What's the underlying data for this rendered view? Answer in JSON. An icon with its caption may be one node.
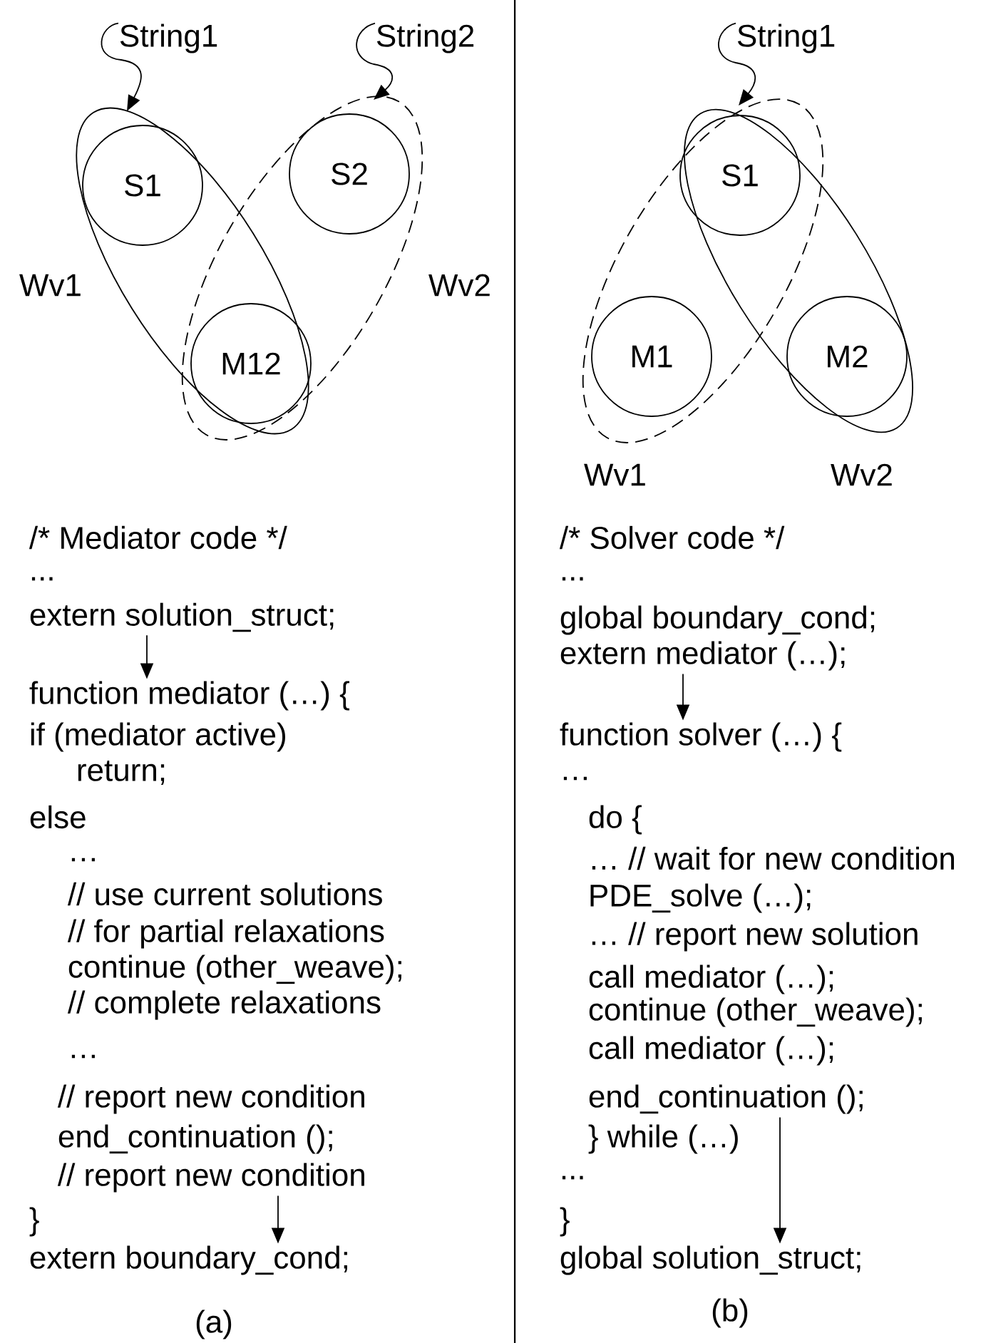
{
  "diagram": {
    "nodes": [
      {
        "text": [
          "String1"
        ]
      },
      {
        "text": [
          "String2"
        ]
      },
      {
        "text": [],
        "shape": "ellipse",
        "beside": [
          "Wv1"
        ]
      },
      {
        "text": [
          "S1"
        ],
        "in": 2
      },
      {
        "text": [],
        "shape": "ellipse",
        "beside": [
          "Wv2"
        ]
      },
      {
        "text": [
          "S2"
        ],
        "in": 4
      },
      {
        "text": [
          "M12"
        ]
      },
      {
        "text": [
          "String1"
        ]
      },
      {
        "text": [],
        "shape": "ellipse",
        "beside": [
          "Wv1"
        ]
      },
      {
        "text": [],
        "shape": "ellipse",
        "beside": [
          "Wv2"
        ]
      },
      {
        "text": [
          "S1"
        ]
      },
      {
        "text": [
          "M1"
        ],
        "in": 8
      },
      {
        "text": [
          "M2"
        ],
        "in": 9
      },
      {
        "text": [
          "extern solution_struct;"
        ]
      },
      {
        "text": [
          "function mediator (…) {"
        ]
      },
      {
        "text": [
          "// report new condition"
        ]
      },
      {
        "text": [
          "extern boundary_cond;"
        ]
      },
      {
        "text": [
          "extern mediator (…);"
        ]
      },
      {
        "text": [
          "function solver (…) {"
        ]
      },
      {
        "text": [
          "end_continuation ();"
        ]
      },
      {
        "text": [
          "global solution_struct;"
        ]
      }
    ],
    "edges": [
      {
        "from": 0,
        "to": 2,
        "arrow": "to"
      },
      {
        "from": 1,
        "to": 4,
        "arrow": "to"
      },
      {
        "from": 7,
        "to": 9,
        "arrow": "to"
      },
      {
        "from": 13,
        "to": 14,
        "arrow": "to"
      },
      {
        "from": 15,
        "to": 16,
        "arrow": "to"
      },
      {
        "from": 17,
        "to": 18,
        "arrow": "to"
      },
      {
        "from": 19,
        "to": 20,
        "arrow": "to"
      }
    ],
    "labels": [
      "/* Mediator code */",
      "...",
      "if (mediator active)",
      "return;",
      "else",
      "…",
      "// use current solutions",
      "// for partial relaxations",
      "continue (other_weave);",
      "// complete relaxations",
      "…",
      "// report new condition",
      "end_continuation ();",
      "}",
      "(a)",
      "/* Solver code */",
      "...",
      "global boundary_cond;",
      "…",
      "do {",
      "… // wait for new condition",
      "PDE_solve (…);",
      "… // report new solution",
      "call mediator (…);",
      "continue (other_weave);",
      "call mediator (…);",
      "} while (…)",
      "...",
      "}",
      "(b)"
    ]
  }
}
